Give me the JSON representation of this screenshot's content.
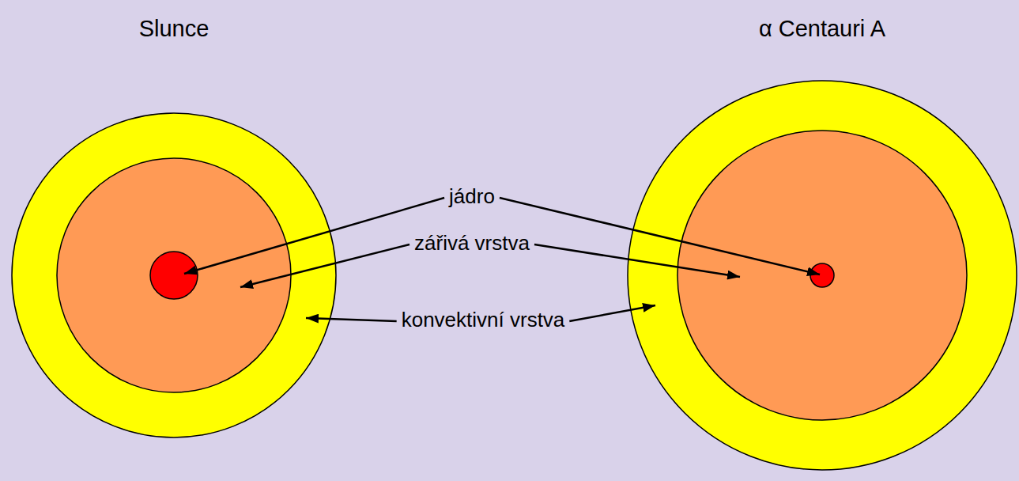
{
  "diagram": {
    "nodes": [
      {
        "text": [
          "Slunce"
        ]
      },
      {
        "text": [
          "α Centauri A"
        ]
      }
    ],
    "labels": [
      "jádro",
      "zářivá vrstva",
      "konvektivní vrstva"
    ]
  }
}
